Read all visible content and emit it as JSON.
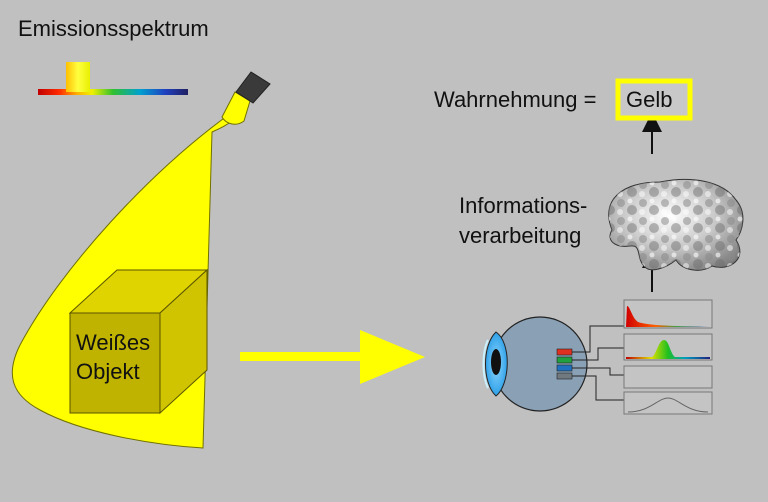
{
  "labels": {
    "emission_title": "Emissionsspektrum",
    "object_line1": "Weißes",
    "object_line2": "Objekt",
    "perception_prefix": "Wahrnehmung =",
    "perception_value": "Gelb",
    "processing_line1": "Informations-",
    "processing_line2": "verarbeitung"
  },
  "colors": {
    "background": "#c0c0c0",
    "light_beam": "#ffff00",
    "object_front": "#bfb300",
    "object_side": "#d0c400",
    "perceived_highlight": "#ffff00",
    "cone_long": "#e03020",
    "cone_medium": "#20a040",
    "cone_short": "#2070c0",
    "rod": "#707880"
  },
  "icons": {
    "lamp": "flashlight-icon",
    "eye": "eye-icon",
    "brain": "brain-icon"
  }
}
